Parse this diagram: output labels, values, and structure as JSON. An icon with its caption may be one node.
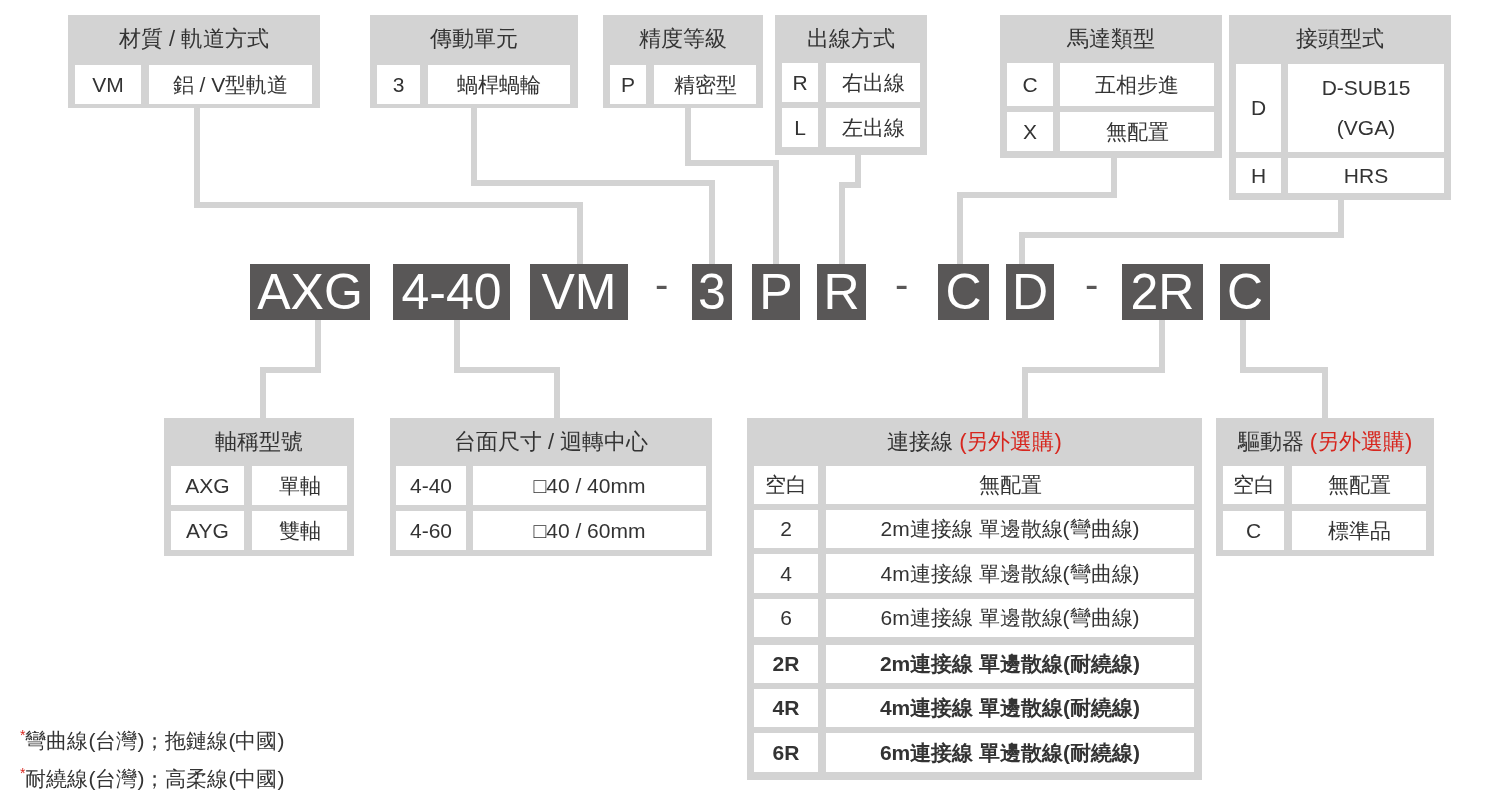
{
  "diagram": {
    "nodes": [
      {
        "text": [
          "材質 / 軌道方式"
        ]
      },
      {
        "text": [
          "VM"
        ],
        "in": 0
      },
      {
        "text": [
          "鋁 / V型軌道"
        ],
        "in": 0
      },
      {
        "text": [
          "傳動單元"
        ]
      },
      {
        "text": [
          "3"
        ],
        "in": 3
      },
      {
        "text": [
          "蝸桿蝸輪"
        ],
        "in": 3
      },
      {
        "text": [
          "精度等級"
        ]
      },
      {
        "text": [
          "P"
        ],
        "in": 6
      },
      {
        "text": [
          "精密型"
        ],
        "in": 6
      },
      {
        "text": [
          "出線方式"
        ]
      },
      {
        "text": [
          "R"
        ],
        "in": 9
      },
      {
        "text": [
          "右出線"
        ],
        "in": 9
      },
      {
        "text": [
          "L"
        ],
        "in": 9
      },
      {
        "text": [
          "左出線"
        ],
        "in": 9
      },
      {
        "text": [
          "馬達類型"
        ]
      },
      {
        "text": [
          "C"
        ],
        "in": 14
      },
      {
        "text": [
          "五相步進"
        ],
        "in": 14
      },
      {
        "text": [
          "X"
        ],
        "in": 14
      },
      {
        "text": [
          "無配置"
        ],
        "in": 14
      },
      {
        "text": [
          "接頭型式"
        ]
      },
      {
        "text": [
          "D"
        ],
        "in": 19
      },
      {
        "text": [
          "D-SUB15 (VGA)"
        ],
        "in": 19
      },
      {
        "text": [
          "H"
        ],
        "in": 19
      },
      {
        "text": [
          "HRS"
        ],
        "in": 19
      },
      {
        "text": [
          "AXG"
        ]
      },
      {
        "text": [
          "4-40"
        ]
      },
      {
        "text": [
          "VM"
        ]
      },
      {
        "text": [
          "3"
        ]
      },
      {
        "text": [
          "P"
        ]
      },
      {
        "text": [
          "R"
        ]
      },
      {
        "text": [
          "C"
        ]
      },
      {
        "text": [
          "D"
        ]
      },
      {
        "text": [
          "2R"
        ]
      },
      {
        "text": [
          "C"
        ]
      },
      {
        "text": [
          "軸稱型號"
        ]
      },
      {
        "text": [
          "AXG"
        ],
        "in": 34
      },
      {
        "text": [
          "單軸"
        ],
        "in": 34
      },
      {
        "text": [
          "AYG"
        ],
        "in": 34
      },
      {
        "text": [
          "雙軸"
        ],
        "in": 34
      },
      {
        "text": [
          "台面尺寸 / 迴轉中心"
        ]
      },
      {
        "text": [
          "4-40"
        ],
        "in": 39
      },
      {
        "text": [
          "□40 / 40mm"
        ],
        "in": 39
      },
      {
        "text": [
          "4-60"
        ],
        "in": 39
      },
      {
        "text": [
          "□40 / 60mm"
        ],
        "in": 39
      },
      {
        "text": [
          "連接線",
          "(另外選購)"
        ]
      },
      {
        "text": [
          "空白"
        ],
        "in": 44
      },
      {
        "text": [
          "無配置"
        ],
        "in": 44
      },
      {
        "text": [
          "2"
        ],
        "in": 44
      },
      {
        "text": [
          "2m連接線 單邊散線(彎曲線)"
        ],
        "in": 44
      },
      {
        "text": [
          "4"
        ],
        "in": 44
      },
      {
        "text": [
          "4m連接線 單邊散線(彎曲線)"
        ],
        "in": 44
      },
      {
        "text": [
          "6"
        ],
        "in": 44
      },
      {
        "text": [
          "6m連接線 單邊散線(彎曲線)"
        ],
        "in": 44
      },
      {
        "text": [
          "2R"
        ],
        "in": 44
      },
      {
        "text": [
          "2m連接線 單邊散線(耐繞線)"
        ],
        "in": 44
      },
      {
        "text": [
          "4R"
        ],
        "in": 44
      },
      {
        "text": [
          "4m連接線 單邊散線(耐繞線)"
        ],
        "in": 44
      },
      {
        "text": [
          "6R"
        ],
        "in": 44
      },
      {
        "text": [
          "6m連接線 單邊散線(耐繞線)"
        ],
        "in": 44
      },
      {
        "text": [
          "驅動器",
          "(另外選購)"
        ]
      },
      {
        "text": [
          "空白"
        ],
        "in": 59
      },
      {
        "text": [
          "無配置"
        ],
        "in": 59
      },
      {
        "text": [
          "C"
        ],
        "in": 59
      },
      {
        "text": [
          "標準品"
        ],
        "in": 59
      }
    ],
    "edges": [
      {
        "from": 0,
        "to": 26,
        "arrow": "none"
      },
      {
        "from": 3,
        "to": 27,
        "arrow": "none"
      },
      {
        "from": 6,
        "to": 28,
        "arrow": "none"
      },
      {
        "from": 9,
        "to": 29,
        "arrow": "none"
      },
      {
        "from": 14,
        "to": 30,
        "arrow": "none"
      },
      {
        "from": 19,
        "to": 31,
        "arrow": "none"
      },
      {
        "from": 24,
        "to": 34,
        "arrow": "none"
      },
      {
        "from": 25,
        "to": 39,
        "arrow": "none"
      },
      {
        "from": 32,
        "to": 44,
        "arrow": "none"
      },
      {
        "from": 33,
        "to": 59,
        "arrow": "none"
      }
    ],
    "labels": [
      "-",
      "-",
      "-",
      "$^{*}$彎曲線(台灣)；拖鏈線(中國)",
      "$^{*}$耐繞線(台灣)；高柔線(中國)"
    ]
  }
}
